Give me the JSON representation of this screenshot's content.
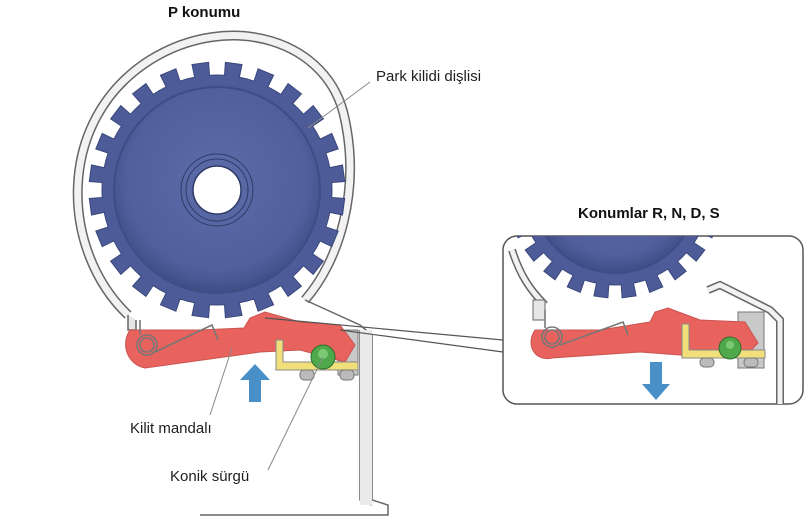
{
  "titles": {
    "park_position": "P konumu",
    "other_positions": "Konumlar R, N, D, S"
  },
  "labels": {
    "gear": "Park kilidi dişlisi",
    "pawl": "Kilit mandalı",
    "cone": "Konik sürgü"
  },
  "arrows": {
    "main_view": "up",
    "inset_view": "down"
  },
  "colors": {
    "gear": "#5a6aa6",
    "gear_dark": "#44528c",
    "pawl": "#e8625e",
    "spring": "#cfcfcf",
    "bracket": "#f1e07a",
    "cone": "#4fa84a",
    "arrow": "#4a90c8",
    "housing": "#efefef",
    "outline": "#555555"
  }
}
